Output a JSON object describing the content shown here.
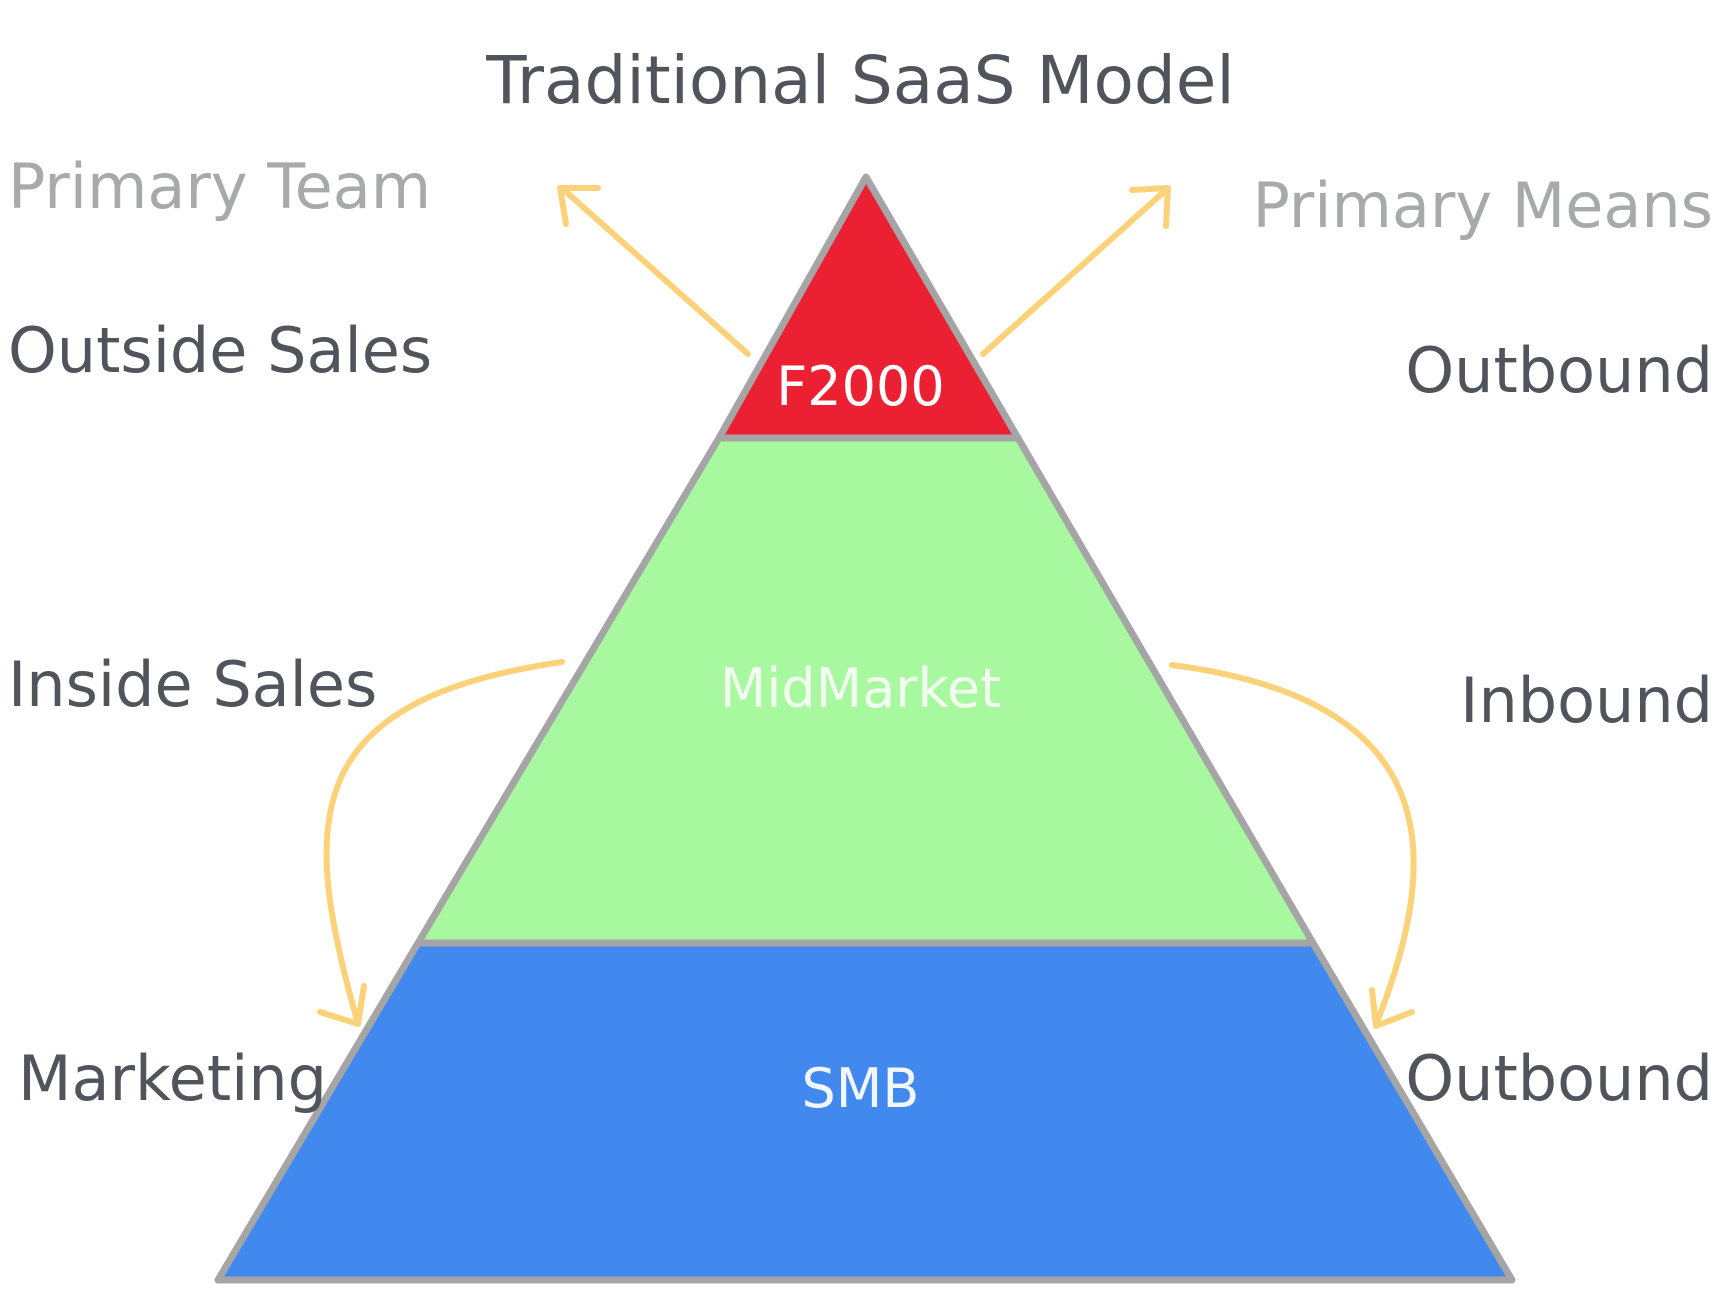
{
  "title": "Traditional SaaS Model",
  "column_headers": {
    "left": "Primary Team",
    "right": "Primary Means"
  },
  "tiers": [
    {
      "label": "F2000",
      "team": "Outside Sales",
      "means": "Outbound",
      "color": "#ec2033"
    },
    {
      "label": "MidMarket",
      "team": "Inside Sales",
      "means": "Inbound",
      "color": "#a8f8a0"
    },
    {
      "label": "SMB",
      "team": "Marketing",
      "means": "Outbound",
      "color": "#4189ef"
    }
  ],
  "colors": {
    "text": "#50555b",
    "header_text": "#a7a9ab",
    "outline": "#a5a5a5",
    "arrow": "#fbd27a"
  }
}
